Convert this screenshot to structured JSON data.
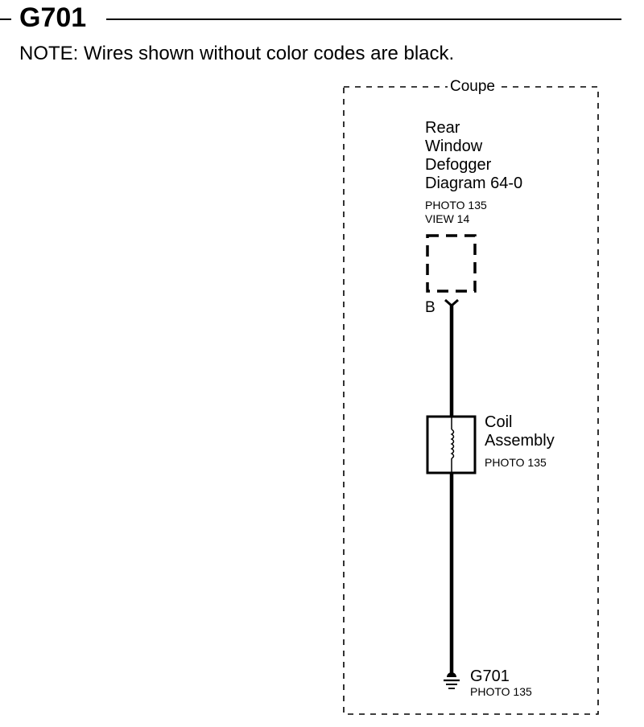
{
  "header": {
    "title": "G701",
    "note": "NOTE: Wires shown without color codes are black."
  },
  "frame": {
    "label": "Coupe"
  },
  "defogger": {
    "name_lines": [
      "Rear",
      "Window",
      "Defogger",
      "Diagram 64-0"
    ],
    "ref_lines": [
      "PHOTO 135",
      "VIEW 14"
    ],
    "pin": "B"
  },
  "coil": {
    "name_lines": [
      "Coil",
      "Assembly"
    ],
    "ref": "PHOTO 135"
  },
  "ground": {
    "name": "G701",
    "ref": "PHOTO 135"
  }
}
